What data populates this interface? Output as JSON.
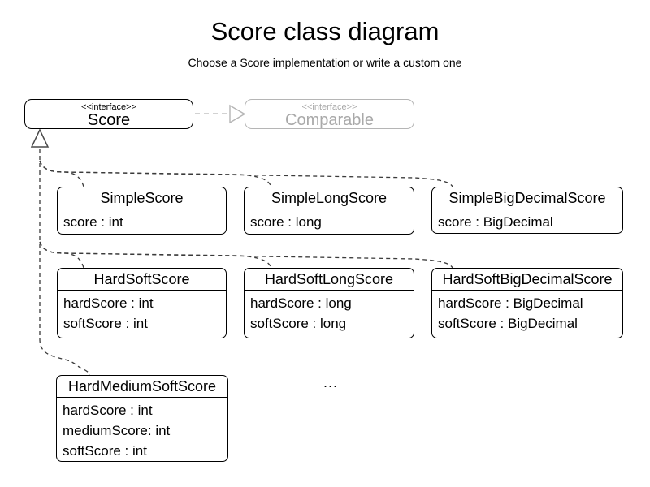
{
  "header": {
    "title": "Score class diagram",
    "subtitle": "Choose a Score implementation or write a custom one"
  },
  "interfaces": {
    "score": {
      "stereotype": "<<interface>>",
      "name": "Score"
    },
    "comparable": {
      "stereotype": "<<interface>>",
      "name": "Comparable"
    }
  },
  "classes": [
    {
      "name": "SimpleScore",
      "attributes": [
        "score : int"
      ]
    },
    {
      "name": "SimpleLongScore",
      "attributes": [
        "score : long"
      ]
    },
    {
      "name": "SimpleBigDecimalScore",
      "attributes": [
        "score : BigDecimal"
      ]
    },
    {
      "name": "HardSoftScore",
      "attributes": [
        "hardScore : int",
        "softScore : int"
      ]
    },
    {
      "name": "HardSoftLongScore",
      "attributes": [
        "hardScore : long",
        "softScore : long"
      ]
    },
    {
      "name": "HardSoftBigDecimalScore",
      "attributes": [
        "hardScore : BigDecimal",
        "softScore : BigDecimal"
      ]
    },
    {
      "name": "HardMediumSoftScore",
      "attributes": [
        "hardScore : int",
        "mediumScore: int",
        "softScore : int"
      ]
    }
  ],
  "ellipsis": "...",
  "colors": {
    "line": "#3a3a3a",
    "muted_text": "#a9a9a9",
    "muted_border": "#b5b5b5",
    "box_border": "#000000"
  }
}
